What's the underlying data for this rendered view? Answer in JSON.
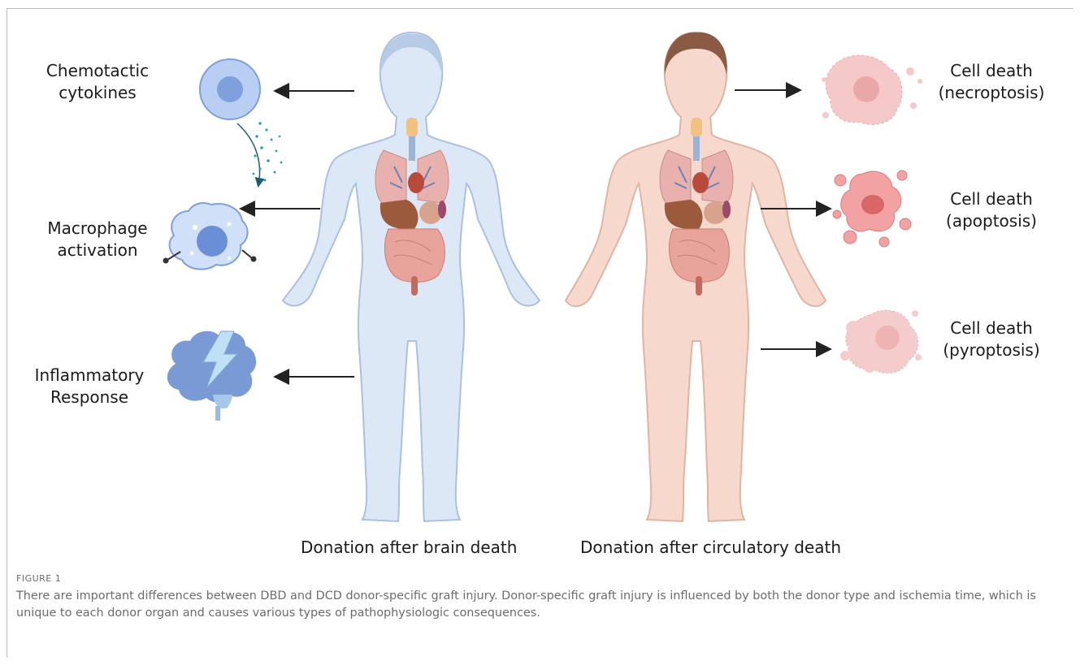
{
  "labels": {
    "chemotactic": [
      "Chemotactic",
      "cytokines"
    ],
    "macrophage": [
      "Macrophage",
      "activation"
    ],
    "inflammatory": [
      "Inflammatory",
      "Response"
    ],
    "necroptosis": [
      "Cell death",
      "(necroptosis)"
    ],
    "apoptosis": [
      "Cell death",
      "(apoptosis)"
    ],
    "pyroptosis": [
      "Cell death",
      "(pyroptosis)"
    ]
  },
  "figures": {
    "left_caption": "Donation after brain death",
    "right_caption": "Donation after circulatory death"
  },
  "caption": {
    "label": "FIGURE 1",
    "text": "There are important differences between DBD and DCD donor-specific graft injury. Donor-specific graft injury is influenced by both the donor type and ischemia time, which is unique to each donor organ and causes various types of pathophysiologic consequences."
  },
  "colors": {
    "dbd_body": "#dce8f6",
    "dcd_body": "#f6d9cc",
    "cell_blue": "#8fb1e8",
    "cell_pink": "#f2a2a2",
    "arrow": "#222222"
  }
}
